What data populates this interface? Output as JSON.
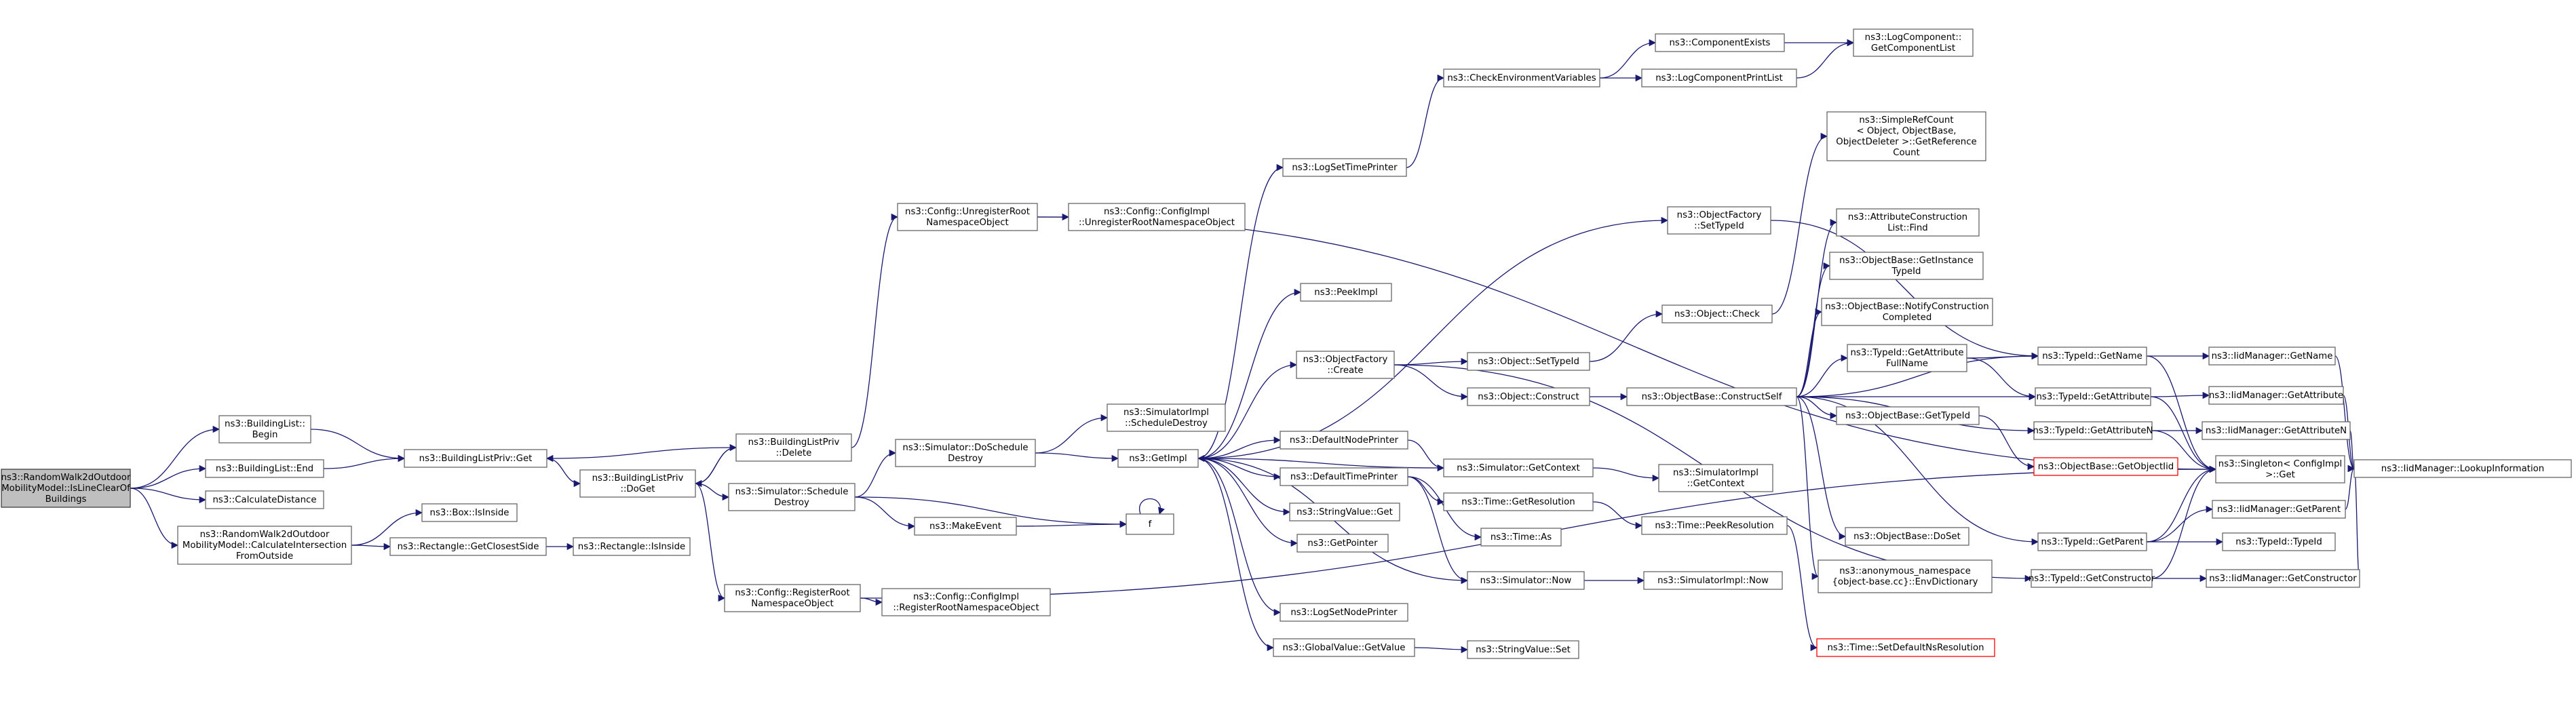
{
  "graph": {
    "nodes": [
      {
        "id": "root",
        "lines": [
          "ns3::RandomWalk2dOutdoor",
          "MobilityModel::IsLineClearOf",
          "Buildings"
        ]
      },
      {
        "id": "bl_begin",
        "lines": [
          "ns3::BuildingList::",
          "Begin"
        ]
      },
      {
        "id": "bl_end",
        "lines": [
          "ns3::BuildingList::End"
        ]
      },
      {
        "id": "calcdist",
        "lines": [
          "ns3::CalculateDistance"
        ]
      },
      {
        "id": "rw_calc",
        "lines": [
          "ns3::RandomWalk2dOutdoor",
          "MobilityModel::CalculateIntersection",
          "FromOutside"
        ]
      },
      {
        "id": "blp_get",
        "lines": [
          "ns3::BuildingListPriv::Get"
        ]
      },
      {
        "id": "box_inside",
        "lines": [
          "ns3::Box::IsInside"
        ]
      },
      {
        "id": "rect_closest",
        "lines": [
          "ns3::Rectangle::GetClosestSide"
        ]
      },
      {
        "id": "rect_inside",
        "lines": [
          "ns3::Rectangle::IsInside"
        ]
      },
      {
        "id": "blp_doget",
        "lines": [
          "ns3::BuildingListPriv",
          "::DoGet"
        ]
      },
      {
        "id": "blp_delete",
        "lines": [
          "ns3::BuildingListPriv",
          "::Delete"
        ]
      },
      {
        "id": "sim_schedestroy",
        "lines": [
          "ns3::Simulator::Schedule",
          "Destroy"
        ]
      },
      {
        "id": "cfg_unreg",
        "lines": [
          "ns3::Config::UnregisterRoot",
          "NamespaceObject"
        ]
      },
      {
        "id": "cfg_reg",
        "lines": [
          "ns3::Config::RegisterRoot",
          "NamespaceObject"
        ]
      },
      {
        "id": "cfgimpl_unreg",
        "lines": [
          "ns3::Config::ConfigImpl",
          "::UnregisterRootNamespaceObject"
        ]
      },
      {
        "id": "cfgimpl_reg",
        "lines": [
          "ns3::Config::ConfigImpl",
          "::RegisterRootNamespaceObject"
        ]
      },
      {
        "id": "sim_doschedestroy",
        "lines": [
          "ns3::Simulator::DoSchedule",
          "Destroy"
        ]
      },
      {
        "id": "simimpl_schedestroy",
        "lines": [
          "ns3::SimulatorImpl",
          "::ScheduleDestroy"
        ]
      },
      {
        "id": "getimpl",
        "lines": [
          "ns3::GetImpl"
        ]
      },
      {
        "id": "makeevent",
        "lines": [
          "ns3::MakeEvent"
        ]
      },
      {
        "id": "f",
        "lines": [
          "f"
        ]
      },
      {
        "id": "logsettime",
        "lines": [
          "ns3::LogSetTimePrinter"
        ]
      },
      {
        "id": "peekimpl",
        "lines": [
          "ns3::PeekImpl"
        ]
      },
      {
        "id": "objfac_create",
        "lines": [
          "ns3::ObjectFactory",
          "::Create"
        ]
      },
      {
        "id": "defnodeprinter",
        "lines": [
          "ns3::DefaultNodePrinter"
        ]
      },
      {
        "id": "deftimeprinter",
        "lines": [
          "ns3::DefaultTimePrinter"
        ]
      },
      {
        "id": "strval_get",
        "lines": [
          "ns3::StringValue::Get"
        ]
      },
      {
        "id": "getpointer",
        "lines": [
          "ns3::GetPointer"
        ]
      },
      {
        "id": "logsetnode",
        "lines": [
          "ns3::LogSetNodePrinter"
        ]
      },
      {
        "id": "gv_getvalue",
        "lines": [
          "ns3::GlobalValue::GetValue"
        ]
      },
      {
        "id": "checkenv",
        "lines": [
          "ns3::CheckEnvironmentVariables"
        ]
      },
      {
        "id": "compexists",
        "lines": [
          "ns3::ComponentExists"
        ]
      },
      {
        "id": "logcompprint",
        "lines": [
          "ns3::LogComponentPrintList"
        ]
      },
      {
        "id": "logcomp_getlist",
        "lines": [
          "ns3::LogComponent::",
          "GetComponentList"
        ]
      },
      {
        "id": "obj_settypeid",
        "lines": [
          "ns3::Object::SetTypeId"
        ]
      },
      {
        "id": "obj_construct",
        "lines": [
          "ns3::Object::Construct"
        ]
      },
      {
        "id": "sim_getcontext",
        "lines": [
          "ns3::Simulator::GetContext"
        ]
      },
      {
        "id": "time_getres",
        "lines": [
          "ns3::Time::GetResolution"
        ]
      },
      {
        "id": "time_as",
        "lines": [
          "ns3::Time::As"
        ]
      },
      {
        "id": "sim_now",
        "lines": [
          "ns3::Simulator::Now"
        ]
      },
      {
        "id": "strval_set",
        "lines": [
          "ns3::StringValue::Set"
        ]
      },
      {
        "id": "objfac_settypeid",
        "lines": [
          "ns3::ObjectFactory",
          "::SetTypeId"
        ]
      },
      {
        "id": "obj_check",
        "lines": [
          "ns3::Object::Check"
        ]
      },
      {
        "id": "objbase_constructself",
        "lines": [
          "ns3::ObjectBase::ConstructSelf"
        ]
      },
      {
        "id": "simimpl_getcontext",
        "lines": [
          "ns3::SimulatorImpl",
          "::GetContext"
        ]
      },
      {
        "id": "time_peekres",
        "lines": [
          "ns3::Time::PeekResolution"
        ]
      },
      {
        "id": "simimpl_now",
        "lines": [
          "ns3::SimulatorImpl::Now"
        ]
      },
      {
        "id": "simplerefcount",
        "lines": [
          "ns3::SimpleRefCount",
          "< Object, ObjectBase,",
          "ObjectDeleter >::GetReference",
          "Count"
        ]
      },
      {
        "id": "attrconstr_find",
        "lines": [
          "ns3::AttributeConstruction",
          "List::Find"
        ]
      },
      {
        "id": "objbase_getinstance",
        "lines": [
          "ns3::ObjectBase::GetInstance",
          "TypeId"
        ]
      },
      {
        "id": "objbase_notify",
        "lines": [
          "ns3::ObjectBase::NotifyConstruction",
          "Completed"
        ]
      },
      {
        "id": "typeid_getattrfull",
        "lines": [
          "ns3::TypeId::GetAttribute",
          "FullName"
        ]
      },
      {
        "id": "objbase_gettypeid",
        "lines": [
          "ns3::ObjectBase::GetTypeId"
        ]
      },
      {
        "id": "objbase_doset",
        "lines": [
          "ns3::ObjectBase::DoSet"
        ]
      },
      {
        "id": "anon_envdict",
        "lines": [
          "ns3::anonymous_namespace",
          "{object-base.cc}::EnvDictionary"
        ]
      },
      {
        "id": "time_setdefault",
        "lines": [
          "ns3::Time::SetDefaultNsResolution"
        ]
      },
      {
        "id": "typeid_getname",
        "lines": [
          "ns3::TypeId::GetName"
        ]
      },
      {
        "id": "typeid_getattr",
        "lines": [
          "ns3::TypeId::GetAttribute"
        ]
      },
      {
        "id": "typeid_getattrn",
        "lines": [
          "ns3::TypeId::GetAttributeN"
        ]
      },
      {
        "id": "objbase_getobjectiid",
        "lines": [
          "ns3::ObjectBase::GetObjectIid"
        ]
      },
      {
        "id": "typeid_getparent",
        "lines": [
          "ns3::TypeId::GetParent"
        ]
      },
      {
        "id": "typeid_getconstructor",
        "lines": [
          "ns3::TypeId::GetConstructor"
        ]
      },
      {
        "id": "iid_getname",
        "lines": [
          "ns3::IidManager::GetName"
        ]
      },
      {
        "id": "iid_getattr",
        "lines": [
          "ns3::IidManager::GetAttribute"
        ]
      },
      {
        "id": "iid_getattrn",
        "lines": [
          "ns3::IidManager::GetAttributeN"
        ]
      },
      {
        "id": "singleton_get",
        "lines": [
          "ns3::Singleton< ConfigImpl",
          " >::Get"
        ]
      },
      {
        "id": "iid_getparent",
        "lines": [
          "ns3::IidManager::GetParent"
        ]
      },
      {
        "id": "typeid_typeid",
        "lines": [
          "ns3::TypeId::TypeId"
        ]
      },
      {
        "id": "iid_getconstructor",
        "lines": [
          "ns3::IidManager::GetConstructor"
        ]
      },
      {
        "id": "iid_lookup",
        "lines": [
          "ns3::IidManager::LookupInformation"
        ]
      }
    ],
    "colors": {
      "edge": "#191970",
      "node_border": "#666666",
      "root_fill": "#bfbfbf",
      "highlight_border": "#ff0000"
    }
  }
}
